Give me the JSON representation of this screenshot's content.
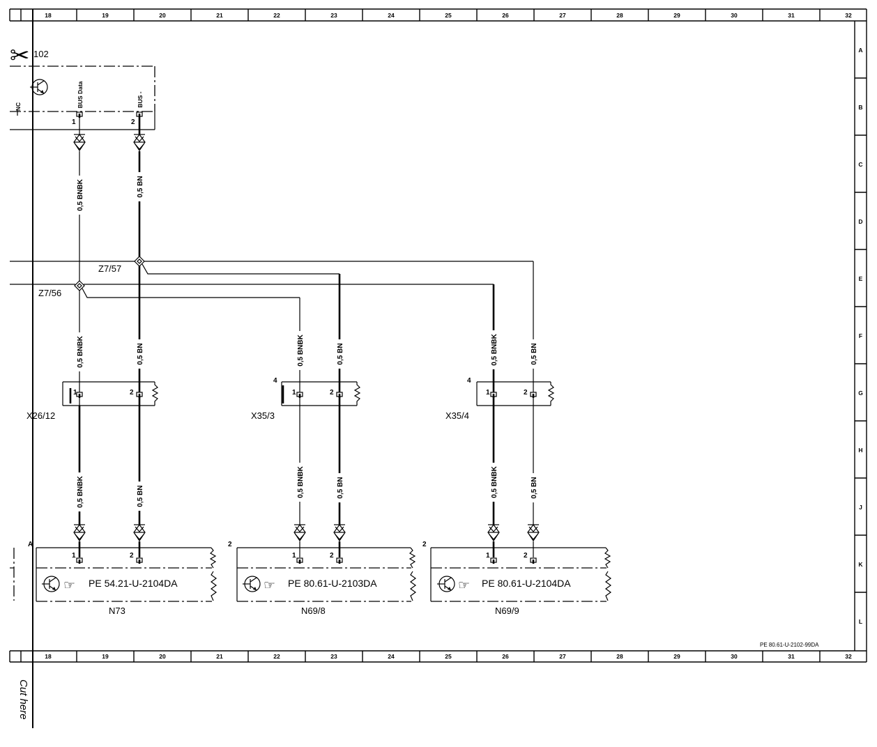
{
  "ruler": {
    "columns": [
      "18",
      "19",
      "20",
      "21",
      "22",
      "23",
      "24",
      "25",
      "26",
      "27",
      "28",
      "29",
      "30",
      "31",
      "32"
    ],
    "rows": [
      "A",
      "B",
      "C",
      "D",
      "E",
      "F",
      "G",
      "H",
      "J",
      "K",
      "L"
    ]
  },
  "control_unit": {
    "ref": "102",
    "nc_label": "NC",
    "pins": [
      {
        "num": "1",
        "signal": "BUS Data"
      },
      {
        "num": "2",
        "signal": "BUS -"
      }
    ],
    "wires": [
      "0,5 BNBK",
      "0,5 BN"
    ]
  },
  "junctions": [
    "Z7/57",
    "Z7/56"
  ],
  "connectors": [
    {
      "id": "X26/12",
      "pins": [
        "1",
        "2"
      ],
      "wires_in": [
        "0,5 BNBK",
        "0,5 BN"
      ],
      "wires_out": [
        "0,5 BNBK",
        "0,5 BN"
      ]
    },
    {
      "id": "X35/3",
      "marker": "4",
      "pins": [
        "1",
        "2"
      ],
      "wires_in": [
        "0,5 BNBK",
        "0,5 BN"
      ],
      "wires_out": [
        "0,5 BNBK",
        "0,5 BN"
      ]
    },
    {
      "id": "X35/4",
      "marker": "4",
      "pins": [
        "1",
        "2"
      ],
      "wires_in": [
        "0,5 BNBK",
        "0,5 BN"
      ],
      "wires_out": [
        "0,5 BNBK",
        "0,5 BN"
      ]
    }
  ],
  "modules": [
    {
      "id": "N73",
      "marker": "A",
      "ref": "PE 54.21-U-2104DA",
      "pins": [
        "1",
        "2"
      ]
    },
    {
      "id": "N69/8",
      "marker": "2",
      "ref": "PE 80.61-U-2103DA",
      "pins": [
        "1",
        "2"
      ]
    },
    {
      "id": "N69/9",
      "marker": "2",
      "ref": "PE 80.61-U-2104DA",
      "pins": [
        "1",
        "2"
      ]
    }
  ],
  "doc_ref": "PE 80.61-U-2102-99DA",
  "cut_label": "Cut here",
  "icons": {
    "scissors": "scissors-icon",
    "scissors_glyph": "✂",
    "transistor": "transistor-icon",
    "pointer": "pointing-hand-icon",
    "pointer_glyph": "☞",
    "plug": "plug-connector-icon"
  },
  "colors": {
    "line": "#000000",
    "background": "#ffffff"
  }
}
